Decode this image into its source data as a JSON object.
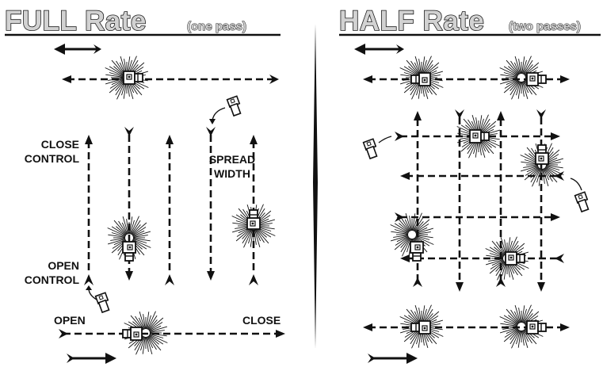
{
  "colors": {
    "ink": "#111111",
    "header_fill": "#d2d2d2",
    "background": "#ffffff"
  },
  "left_panel": {
    "title": "FULL Rate",
    "subtitle": "(one pass)",
    "labels": {
      "close_control": [
        "CLOSE",
        "CONTROL"
      ],
      "spread_width": [
        "SPREAD",
        "WIDTH"
      ],
      "open_control": [
        "OPEN",
        "CONTROL"
      ],
      "open": "OPEN",
      "close": "CLOSE"
    }
  },
  "right_panel": {
    "title": "HALF Rate",
    "subtitle": "(two passes)"
  },
  "icons": [
    "spreader-icon",
    "spray-burst-icon",
    "arrow-left-icon",
    "arrow-right-icon",
    "control-hand-icon",
    "divider-line"
  ]
}
